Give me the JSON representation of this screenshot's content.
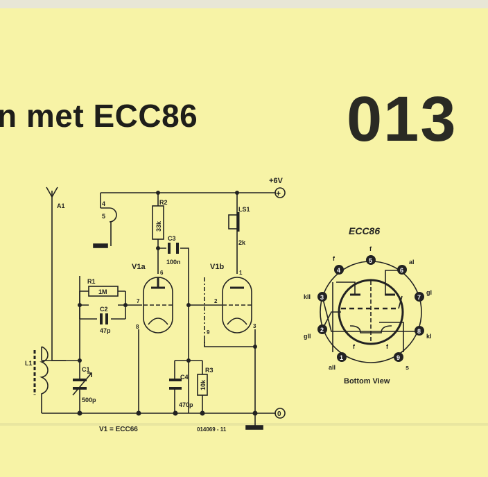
{
  "header": {
    "title": "n met ECC86",
    "number": "013"
  },
  "schematic": {
    "supply": "+6V",
    "ground_terminal": "0",
    "plus": "+",
    "antenna": "A1",
    "jack_pins": [
      "4",
      "5"
    ],
    "R1": {
      "ref": "R1",
      "value": "1M"
    },
    "R2": {
      "ref": "R2",
      "value": "33k"
    },
    "R3": {
      "ref": "R3",
      "value": "10k"
    },
    "C1": {
      "ref": "C1",
      "value": "500p"
    },
    "C2": {
      "ref": "C2",
      "value": "47p"
    },
    "C3": {
      "ref": "C3",
      "value": "100n"
    },
    "C4": {
      "ref": "C4",
      "value": "470p"
    },
    "L1": "L1",
    "LS1": {
      "ref": "LS1",
      "value": "2k"
    },
    "V1a": "V1a",
    "V1b": "V1b",
    "pins": {
      "p6": "6",
      "p7": "7",
      "p8": "8",
      "p1": "1",
      "p2": "2",
      "p3": "3",
      "p9": "9"
    },
    "tube_type": "V1 =  ECC66",
    "drawing_no": "014069 - 11"
  },
  "pinout": {
    "title": "ECC86",
    "caption": "Bottom View",
    "pins": [
      "1",
      "2",
      "3",
      "4",
      "5",
      "6",
      "7",
      "8",
      "9"
    ],
    "labels": {
      "l5": "f",
      "l4": "f",
      "l6": "aI",
      "l3": "kII",
      "l7": "gI",
      "l2": "gII",
      "l8": "kI",
      "l1": "aII",
      "l9": "s",
      "fl": "f",
      "fr": "f"
    }
  }
}
